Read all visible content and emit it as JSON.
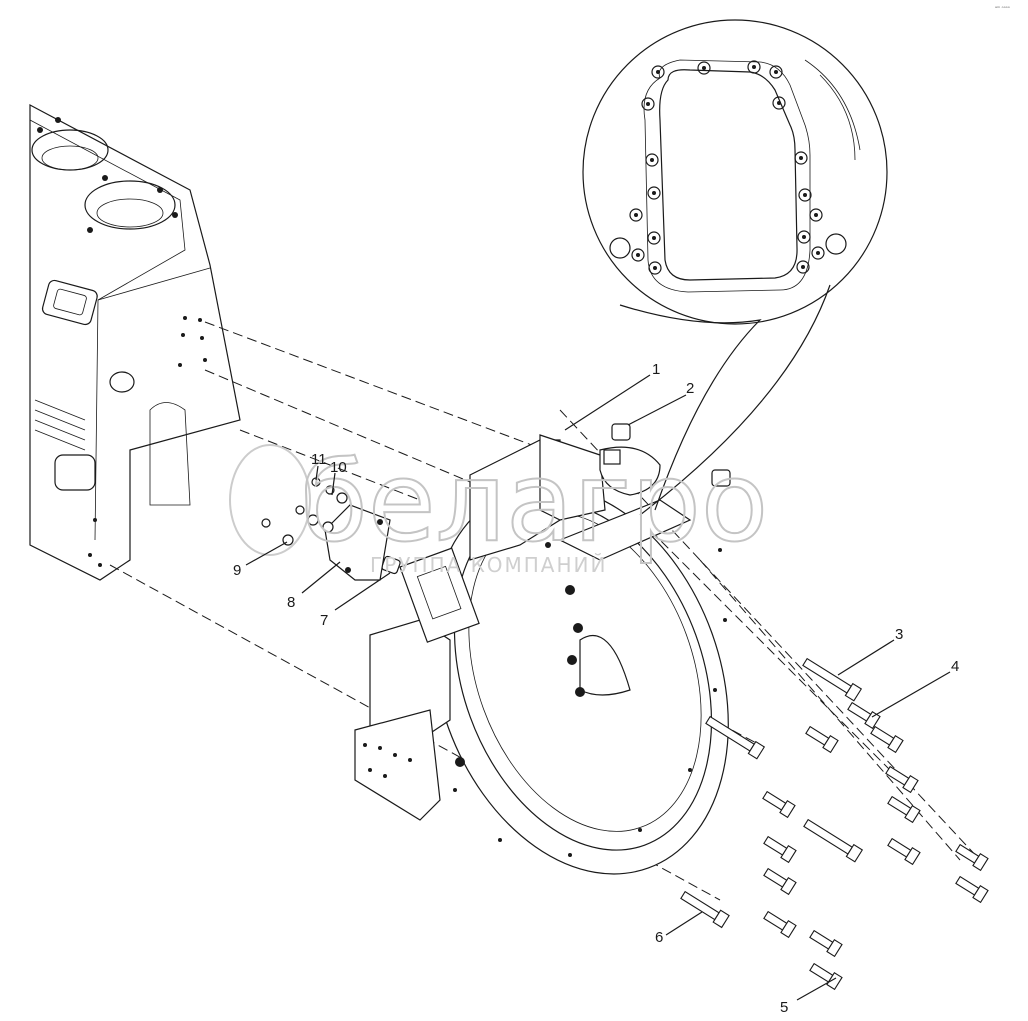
{
  "callouts": [
    "1",
    "2",
    "3",
    "4",
    "5",
    "6",
    "7",
    "8",
    "9",
    "10",
    "11"
  ],
  "watermark": {
    "main": "белагро",
    "sub": "ГРУППА КОМПАНИЙ"
  },
  "corner_mark": "ᵃᵐ ᵒᵒᵒᵒ"
}
